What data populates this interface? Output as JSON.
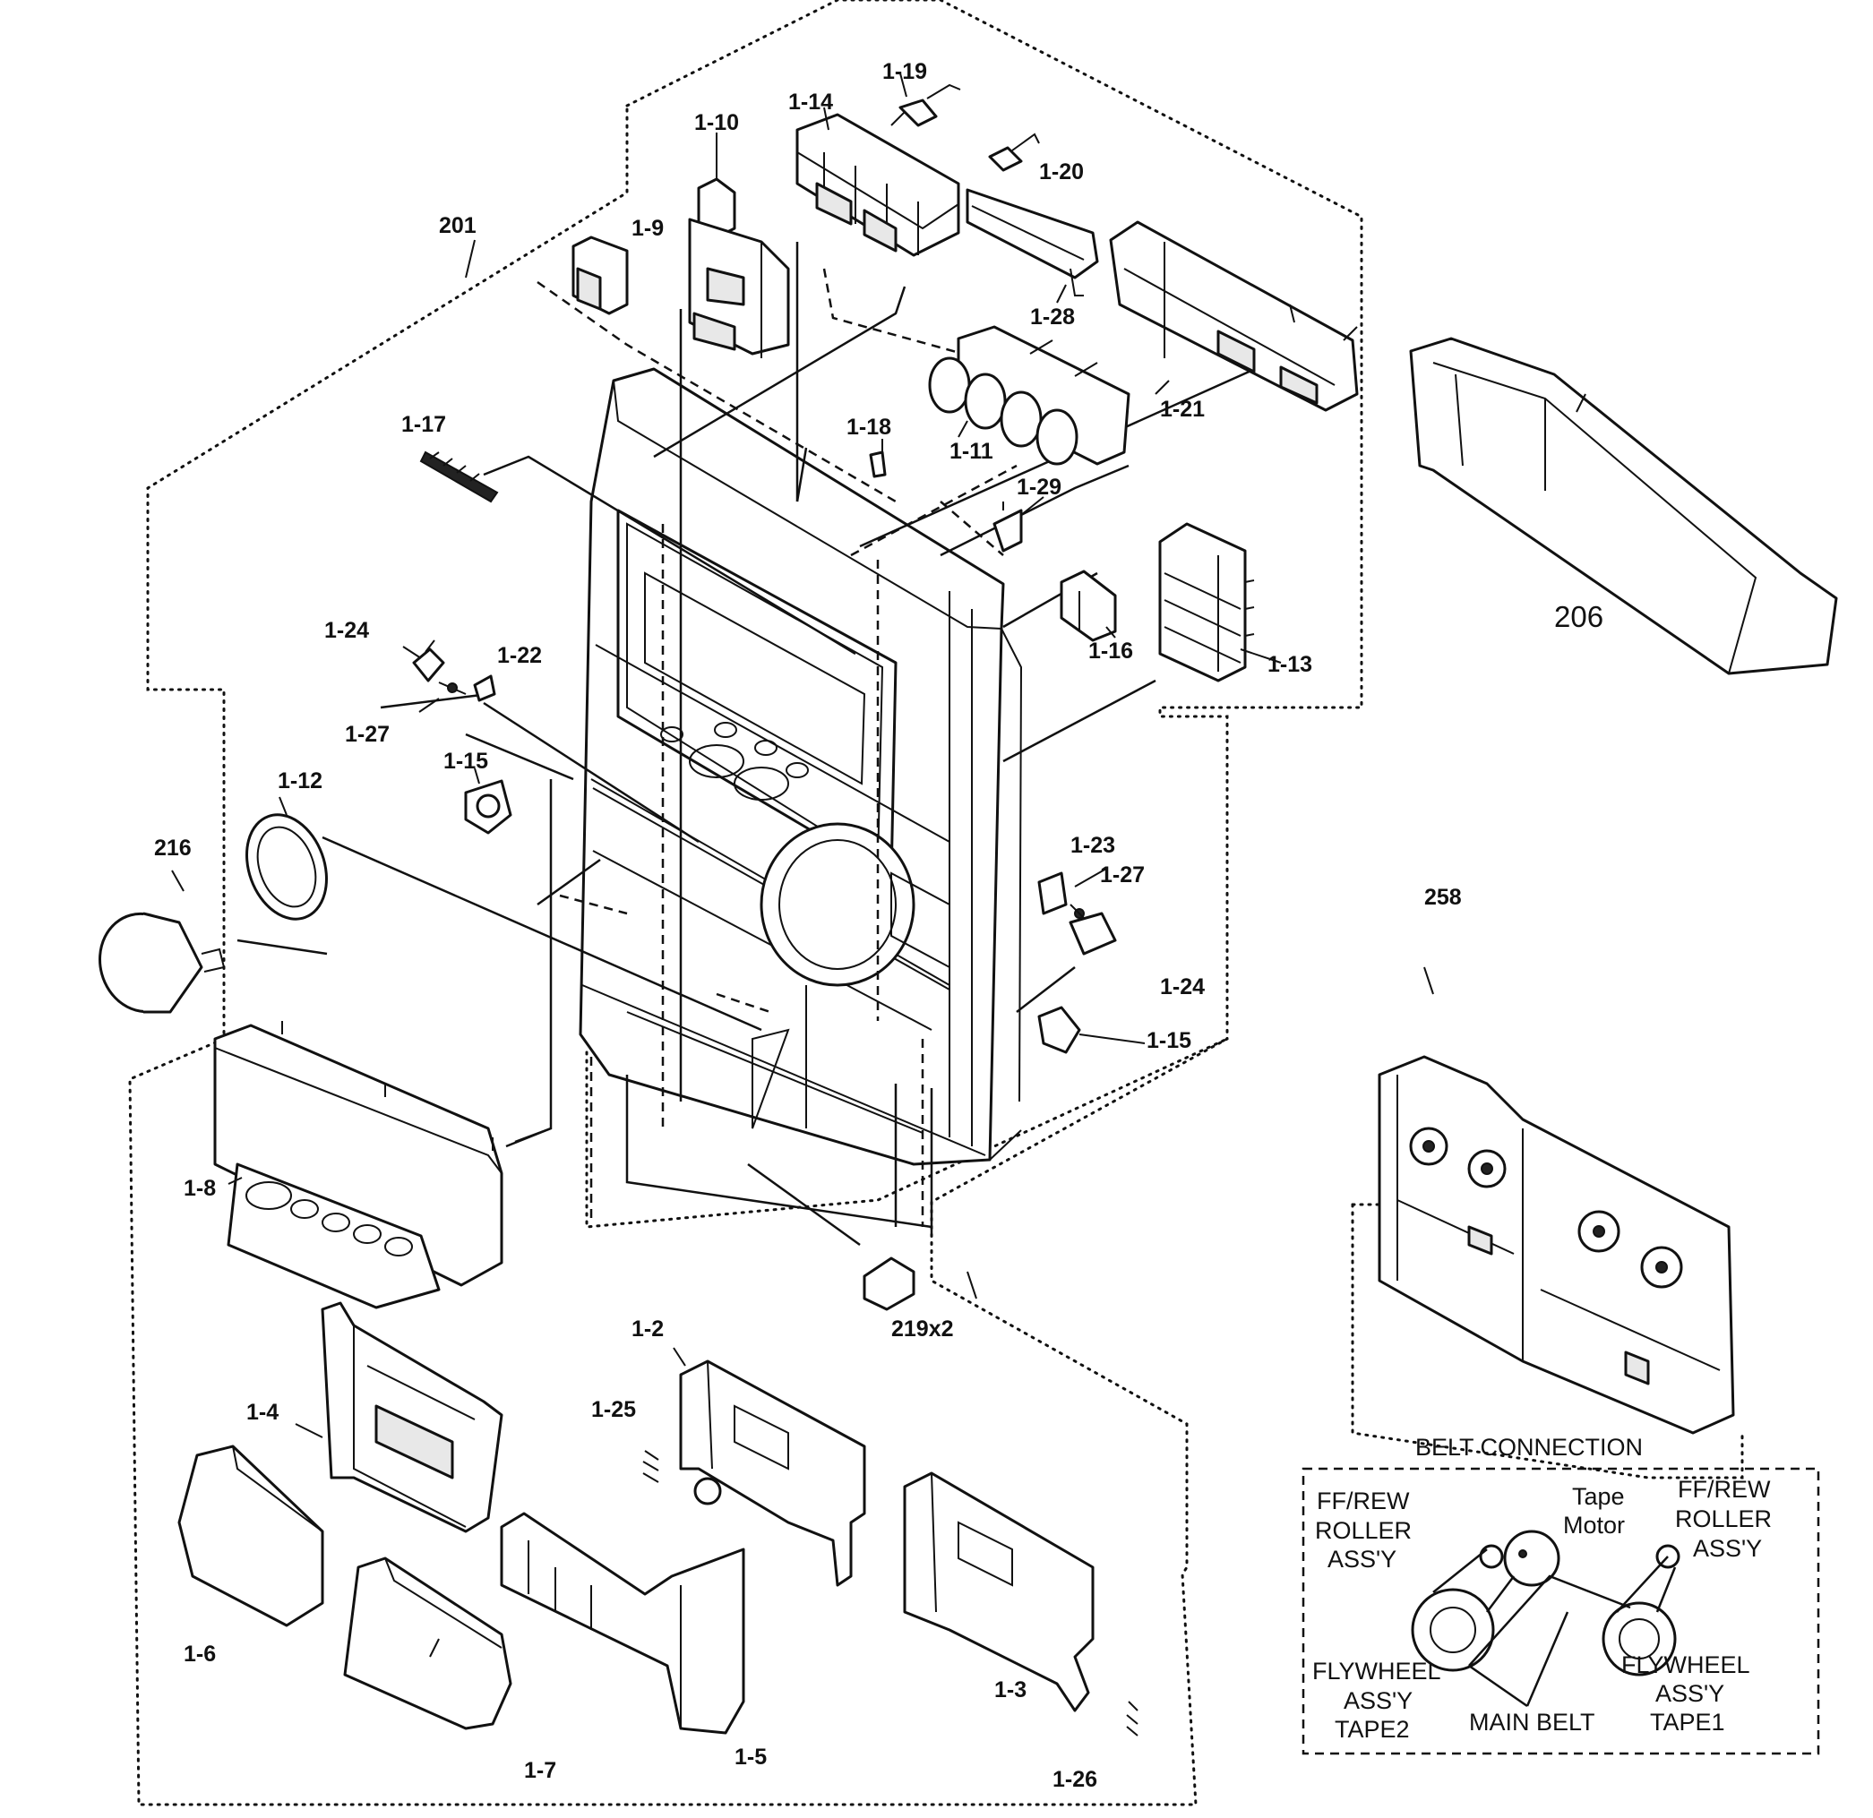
{
  "labels": {
    "p1_19": "1-19",
    "p1_10": "1-10",
    "p1_14": "1-14",
    "p1_20": "1-20",
    "p201": "201",
    "p1_9": "1-9",
    "p1_28": "1-28",
    "p1_21": "1-21",
    "p1_18": "1-18",
    "p1_17": "1-17",
    "p1_11": "1-11",
    "p1_29": "1-29",
    "p206": "206",
    "p1_24a": "1-24",
    "p1_22": "1-22",
    "p1_16": "1-16",
    "p1_13": "1-13",
    "p1_27a": "1-27",
    "p1_15a": "1-15",
    "p1_12": "1-12",
    "p216": "216",
    "p1_23": "1-23",
    "p1_27b": "1-27",
    "p258": "258",
    "p1_24b": "1-24",
    "p1_15b": "1-15",
    "p1_8": "1-8",
    "p219x2": "219x2",
    "p1_2": "1-2",
    "p1_4": "1-4",
    "p1_25": "1-25",
    "p1_6": "1-6",
    "p1_3": "1-3",
    "p1_5": "1-5",
    "p1_7": "1-7",
    "p1_26": "1-26"
  },
  "belt_connection": {
    "title": "BELT CONNECTION",
    "ffrew_left_1": "FF/REW",
    "ffrew_left_2": "ROLLER",
    "ffrew_left_3": "ASS'Y",
    "tape_motor_1": "Tape",
    "tape_motor_2": "Motor",
    "ffrew_right_1": "FF/REW",
    "ffrew_right_2": "ROLLER",
    "ffrew_right_3": "ASS'Y",
    "flywheel_left_1": "FLYWHEEL",
    "flywheel_left_2": "ASS'Y",
    "flywheel_left_3": "TAPE2",
    "main_belt": "MAIN BELT",
    "flywheel_right_1": "FLYWHEEL",
    "flywheel_right_2": "ASS'Y",
    "flywheel_right_3": "TAPE1"
  }
}
